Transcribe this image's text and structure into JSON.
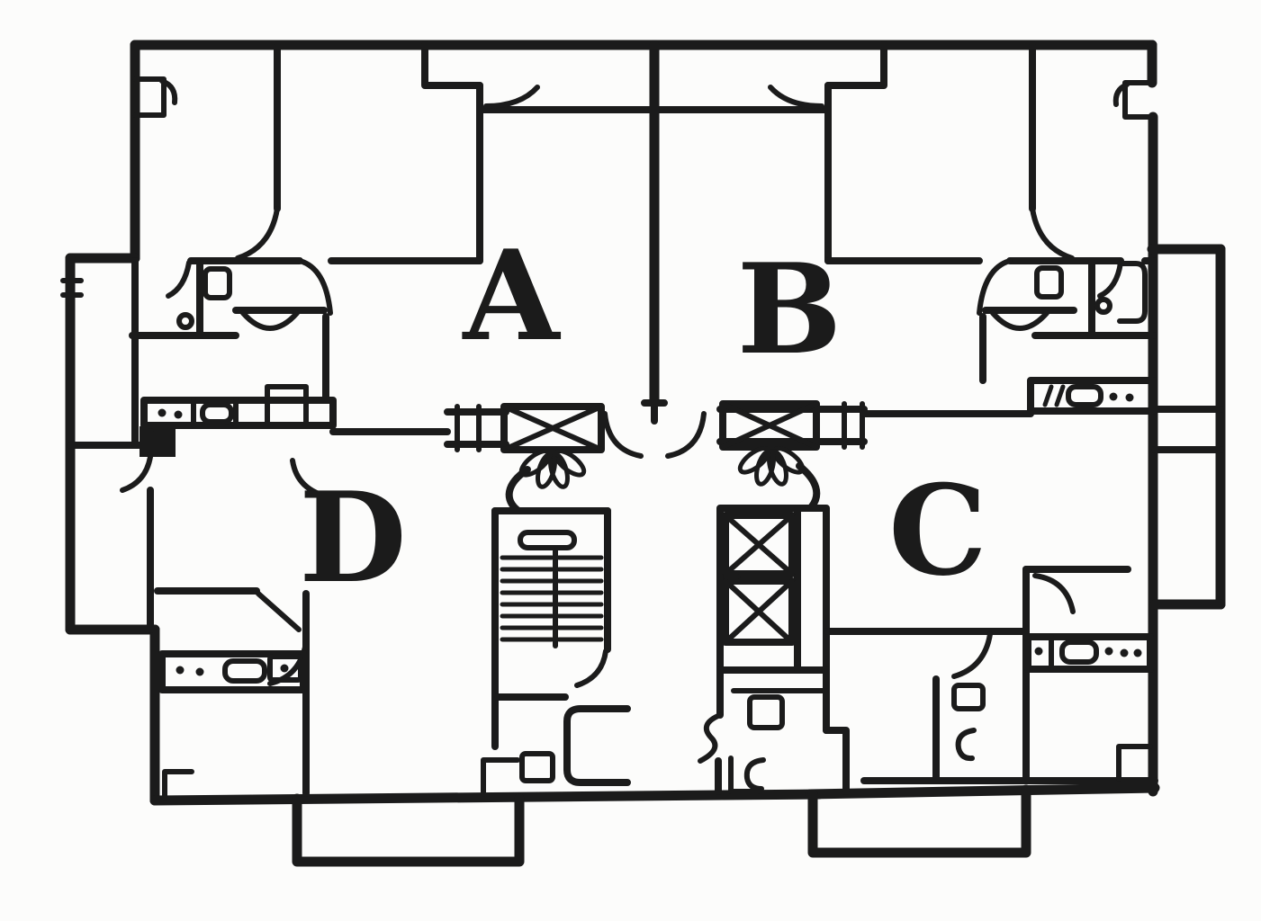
{
  "title": "Hand-drawn apartment floor plan, four units around a central stair and elevator core",
  "colors": {
    "ink": "#1b1b1b",
    "paper": "#fcfcfb"
  },
  "units": [
    {
      "id": "unit-a",
      "label": "A",
      "position": "top-left"
    },
    {
      "id": "unit-b",
      "label": "B",
      "position": "top-right"
    },
    {
      "id": "unit-c",
      "label": "C",
      "position": "bottom-right"
    },
    {
      "id": "unit-d",
      "label": "D",
      "position": "bottom-left"
    }
  ],
  "core_features": {
    "staircase": "staircase with two flights and landing",
    "elevator_shaft": "double elevator shaft (crossed boxes)",
    "vent_left": "vent shaft (crossed box) in corridor wall, unit A/D side",
    "vent_right": "vent shaft (crossed box) in corridor wall, unit B/C side",
    "entry_door": "main entry double-door swing at corridor",
    "fan_symbols": "fan / door-leaf cluster symbols below each vent shaft"
  },
  "fixtures": {
    "kitchens": [
      "unit-a-counter",
      "unit-b-counter",
      "unit-c-counter",
      "unit-d-counter"
    ],
    "bathrooms": [
      "unit-a-wc",
      "unit-b-wc",
      "unit-c-wc",
      "unit-d-wc",
      "core-wc-left",
      "core-wc-right"
    ],
    "balconies": [
      "left-wing-balcony",
      "right-wing-balcony-b",
      "right-wing-balcony-c",
      "bottom-left-balcony",
      "bottom-right-balcony"
    ]
  }
}
